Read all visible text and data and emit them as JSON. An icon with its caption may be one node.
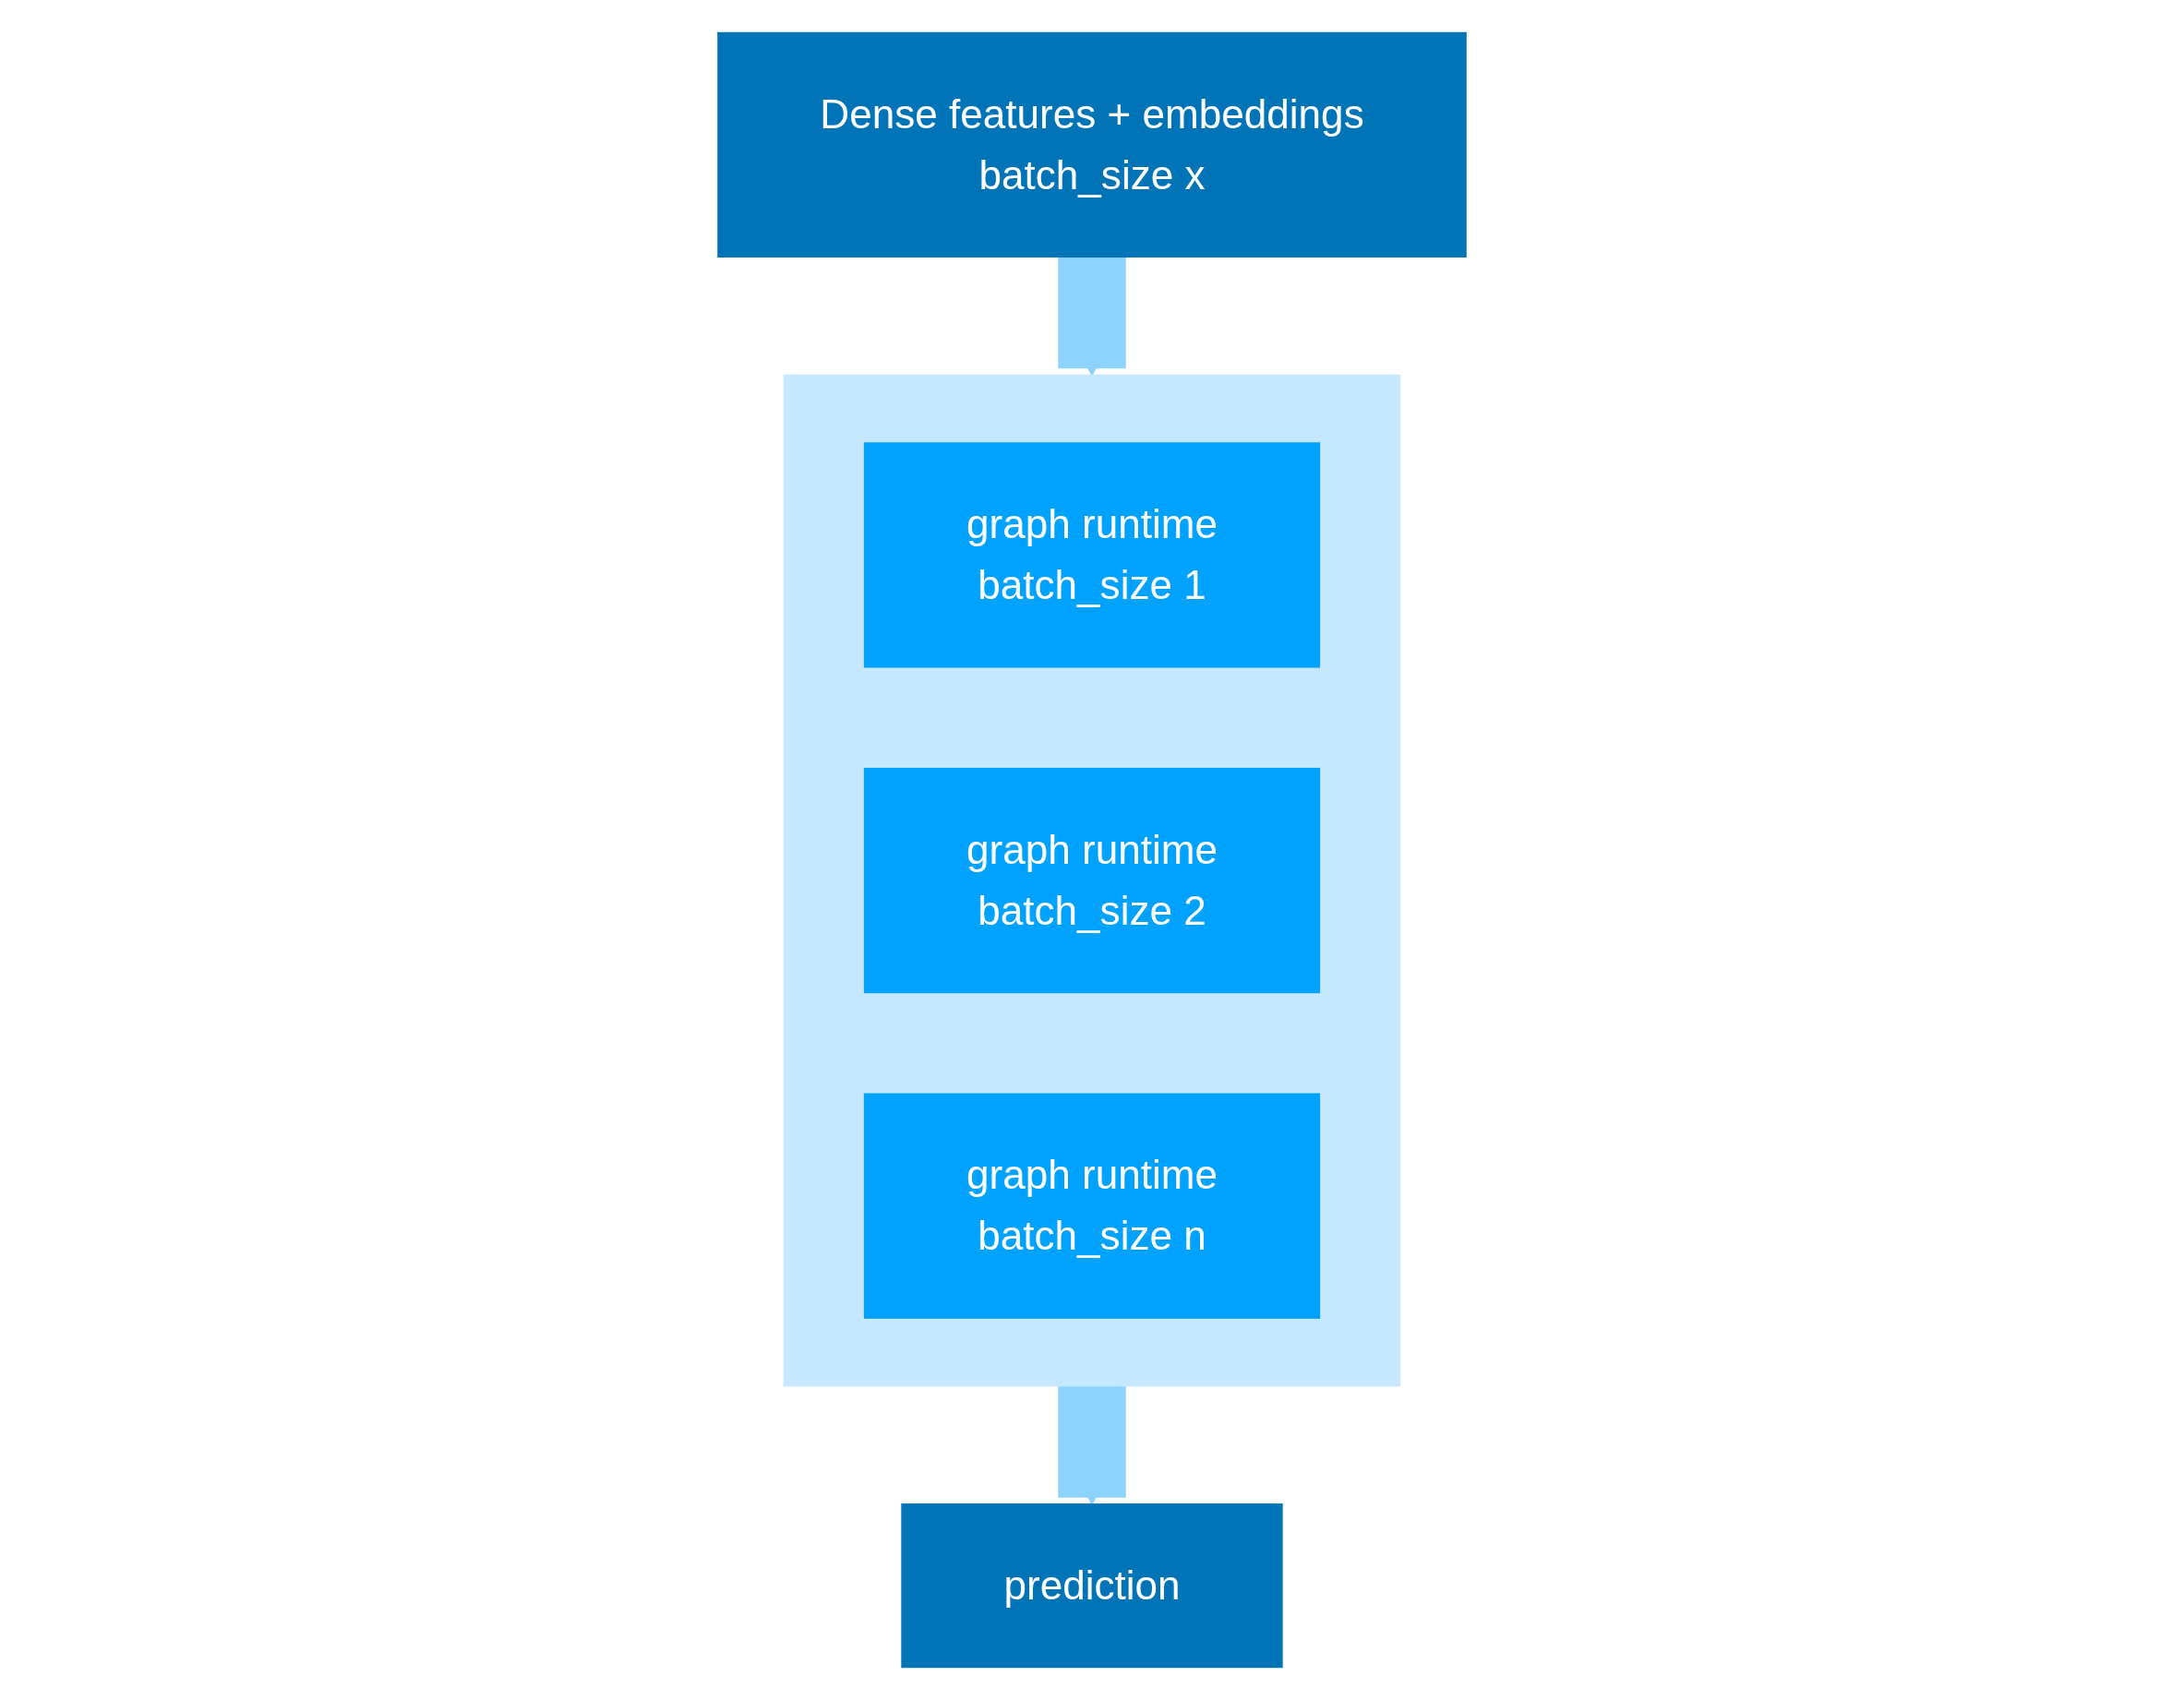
{
  "diagram": {
    "nodes": [
      {
        "text": [
          "Dense features + embeddings",
          "batch_size x"
        ]
      },
      {
        "text": [],
        "shape": "box"
      },
      {
        "text": [
          "graph runtime",
          "batch_size 1"
        ],
        "in": 1
      },
      {
        "text": [
          "graph runtime",
          "batch_size 2"
        ],
        "in": 1
      },
      {
        "text": [
          "graph runtime",
          "batch_size n"
        ],
        "in": 1
      },
      {
        "text": [
          "prediction"
        ]
      }
    ],
    "edges": [
      {
        "from": 0,
        "to": 1,
        "arrow": "to"
      },
      {
        "from": 1,
        "to": 5,
        "arrow": "to"
      }
    ]
  }
}
